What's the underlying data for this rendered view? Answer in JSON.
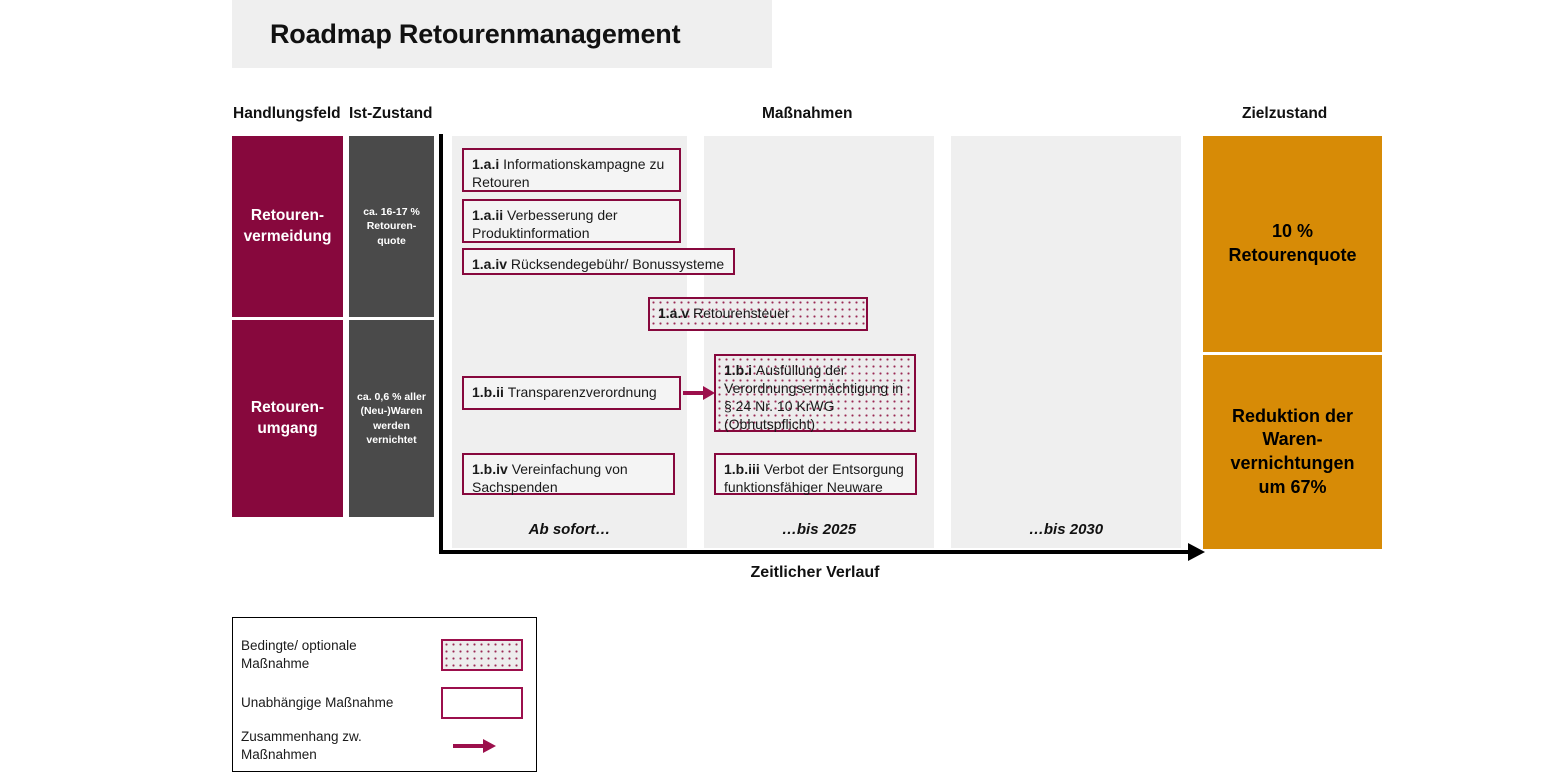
{
  "title": "Roadmap Retourenmanagement",
  "colors": {
    "maroon": "#87083D",
    "accent_maroon": "#9C0F4C",
    "dark_gray": "#4A4A4A",
    "orange": "#D78B06",
    "panel_gray": "#EFEFEF",
    "axis_black": "#000000"
  },
  "headers": {
    "handlungsfeld": "Handlungsfeld",
    "ist_zustand": "Ist-Zustand",
    "massnahmen": "Maßnahmen",
    "zielzustand": "Zielzustand"
  },
  "handlungsfelder": [
    {
      "label": "Retouren-\nvermeidung"
    },
    {
      "label": "Retouren-\numgang"
    }
  ],
  "ist_zustand": [
    {
      "text": "ca. 16-17 %\nRetouren-\nquote"
    },
    {
      "text": "ca. 0,6 % aller\n(Neu-)Waren\nwerden\nvernichtet"
    }
  ],
  "phases": [
    {
      "label": "Ab sofort…"
    },
    {
      "label": "…bis 2025"
    },
    {
      "label": "…bis 2030"
    }
  ],
  "measures": [
    {
      "id": "1.a.i",
      "text": "Informationskampagne zu Retouren",
      "type": "unabhaengig",
      "phase": 1
    },
    {
      "id": "1.a.ii",
      "text": "Verbesserung der Produktinformation",
      "type": "unabhaengig",
      "phase": 1
    },
    {
      "id": "1.a.iv",
      "text": "Rücksendegebühr/ Bonussysteme",
      "type": "unabhaengig",
      "phase": 1
    },
    {
      "id": "1.a.v",
      "text": "Retourensteuer",
      "type": "bedingt",
      "phase": 2
    },
    {
      "id": "1.b.i",
      "text": "Ausfüllung der Verordnungsermächtigung in § 24 Nr. 10 KrWG (Obhutspflicht)",
      "type": "bedingt",
      "phase": 2
    },
    {
      "id": "1.b.ii",
      "text": "Transparenzverordnung",
      "type": "unabhaengig",
      "phase": 1
    },
    {
      "id": "1.b.iv",
      "text": "Vereinfachung von Sachspenden",
      "type": "unabhaengig",
      "phase": 1
    },
    {
      "id": "1.b.iii",
      "text": "Verbot der Entsorgung funktionsfähiger Neuware",
      "type": "unabhaengig",
      "phase": 2
    }
  ],
  "axis": {
    "caption": "Zeitlicher Verlauf"
  },
  "zielzustand": [
    {
      "text": "10 %\nRetourenquote"
    },
    {
      "text": "Reduktion der\nWaren-\nvernichtungen\num 67%"
    }
  ],
  "legend": {
    "items": [
      {
        "label": "Bedingte/ optionale\nMaßnahme",
        "swatch": "dotted-box"
      },
      {
        "label": "Unabhängige Maßnahme",
        "swatch": "plain-box"
      },
      {
        "label": "Zusammenhang zw.\nMaßnahmen",
        "swatch": "arrow"
      }
    ]
  }
}
